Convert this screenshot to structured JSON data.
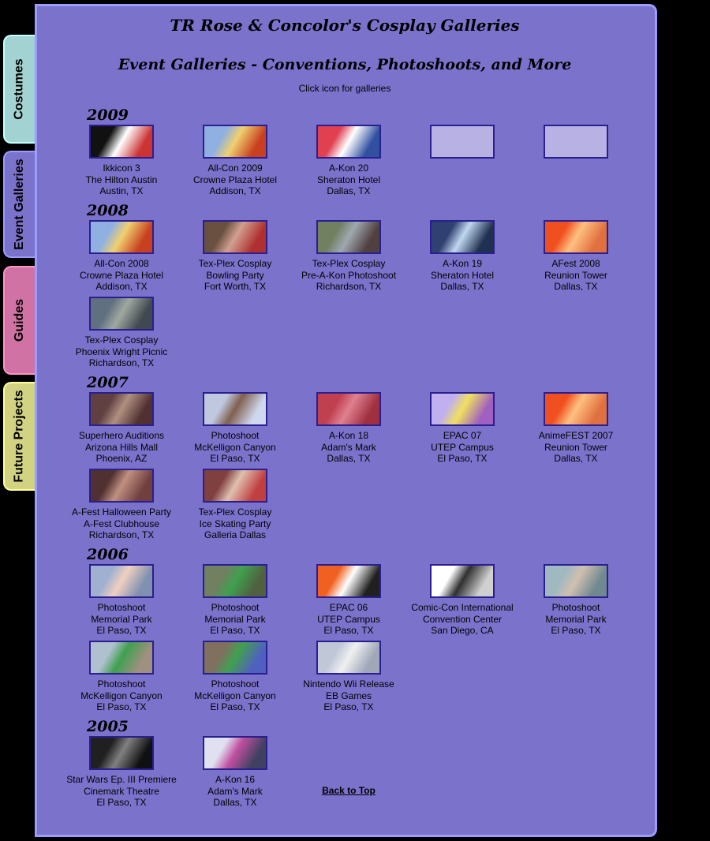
{
  "site_title": "TR Rose & Concolor's Cosplay Galleries",
  "page_title": "Event Galleries - Conventions, Photoshoots, and More",
  "hint": "Click icon for galleries",
  "back_to_top": "Back to Top",
  "colors": {
    "panel": "#7b72cc",
    "panel_border": "#9c9cff",
    "costumes_tab": "#a3d2d2",
    "guides_tab": "#d072a4",
    "future_tab": "#d2d283",
    "thumb_border": "#2a1f8f"
  },
  "tabs": [
    {
      "label": "Costumes",
      "color": "#a3d2d2",
      "border": "#c4ffff"
    },
    {
      "label": "Event Galleries",
      "color": "#7b72cc",
      "border": "#9c9cff",
      "active": true
    },
    {
      "label": "Guides",
      "color": "#d072a4",
      "border": "#ff94c8"
    },
    {
      "label": "Future Projects",
      "color": "#d2d283",
      "border": "#ffff9a"
    }
  ],
  "sections": [
    {
      "year": "2009",
      "items": [
        {
          "lines": [
            "Ikkicon 3",
            "The Hilton Austin",
            "Austin, TX"
          ],
          "thumb": [
            "#111",
            "#fff",
            "#c33"
          ]
        },
        {
          "lines": [
            "All-Con 2009",
            "Crowne Plaza Hotel",
            "Addison, TX"
          ],
          "thumb": [
            "#8fb0e0",
            "#f0d070",
            "#c84020"
          ]
        },
        {
          "lines": [
            "A-Kon 20",
            "Sheraton Hotel",
            "Dallas, TX"
          ],
          "thumb": [
            "#e04050",
            "#fff",
            "#3050a0"
          ]
        },
        {
          "lines": [],
          "empty": true
        },
        {
          "lines": [],
          "empty": true
        }
      ]
    },
    {
      "year": "2008",
      "items": [
        {
          "lines": [
            "All-Con 2008",
            "Crowne Plaza Hotel",
            "Addison, TX"
          ],
          "thumb": [
            "#8fb0e0",
            "#f0d070",
            "#c84020"
          ]
        },
        {
          "lines": [
            "Tex-Plex Cosplay",
            "Bowling Party",
            "Fort Worth, TX"
          ],
          "thumb": [
            "#6a5040",
            "#d0a090",
            "#b03030"
          ]
        },
        {
          "lines": [
            "Tex-Plex Cosplay",
            "Pre-A-Kon Photoshoot",
            "Richardson, TX"
          ],
          "thumb": [
            "#708060",
            "#a0a8b0",
            "#504040"
          ]
        },
        {
          "lines": [
            "A-Kon 19",
            "Sheraton Hotel",
            "Dallas, TX"
          ],
          "thumb": [
            "#304070",
            "#c0d8f0",
            "#203050"
          ]
        },
        {
          "lines": [
            "AFest 2008",
            "Reunion Tower",
            "Dallas, TX"
          ],
          "thumb": [
            "#f05020",
            "#ffc080",
            "#e07040"
          ]
        },
        {
          "lines": [
            "Tex-Plex Cosplay",
            "Phoenix Wright Picnic",
            "Richardson, TX"
          ],
          "thumb": [
            "#607080",
            "#a0a8a0",
            "#404850"
          ]
        }
      ]
    },
    {
      "year": "2007",
      "items": [
        {
          "lines": [
            "Superhero Auditions",
            "Arizona Hills Mall",
            "Phoenix, AZ"
          ],
          "thumb": [
            "#604040",
            "#b09080",
            "#503030"
          ]
        },
        {
          "lines": [
            "Photoshoot",
            "McKelligon Canyon",
            "El Paso, TX"
          ],
          "thumb": [
            "#c0c8e0",
            "#806050",
            "#d0d8f0"
          ]
        },
        {
          "lines": [
            "A-Kon 18",
            "Adam's Mark",
            "Dallas, TX"
          ],
          "thumb": [
            "#c04050",
            "#e08090",
            "#a03040"
          ]
        },
        {
          "lines": [
            "EPAC 07",
            "UTEP Campus",
            "El Paso, TX"
          ],
          "thumb": [
            "#c0b0f0",
            "#f0e060",
            "#a060c0"
          ]
        },
        {
          "lines": [
            "AnimeFEST 2007",
            "Reunion Tower",
            "Dallas, TX"
          ],
          "thumb": [
            "#f05020",
            "#ffc080",
            "#e07040"
          ]
        },
        {
          "lines": [
            "A-Fest Halloween Party",
            "A-Fest Clubhouse",
            "Richardson, TX"
          ],
          "thumb": [
            "#503030",
            "#c09080",
            "#704040"
          ]
        },
        {
          "lines": [
            "Tex-Plex Cosplay",
            "Ice Skating Party",
            "Galleria Dallas"
          ],
          "thumb": [
            "#804040",
            "#e0c0b0",
            "#c04040"
          ]
        }
      ]
    },
    {
      "year": "2006",
      "items": [
        {
          "lines": [
            "Photoshoot",
            "Memorial Park",
            "El Paso, TX"
          ],
          "thumb": [
            "#a0b0d0",
            "#f0d0c0",
            "#8090b0"
          ]
        },
        {
          "lines": [
            "Photoshoot",
            "Memorial Park",
            "El Paso, TX"
          ],
          "thumb": [
            "#708060",
            "#40a050",
            "#506040"
          ]
        },
        {
          "lines": [
            "EPAC 06",
            "UTEP Campus",
            "El Paso, TX"
          ],
          "thumb": [
            "#f06020",
            "#fff",
            "#202020"
          ]
        },
        {
          "lines": [
            "Comic-Con International",
            "Convention Center",
            "San Diego, CA"
          ],
          "thumb": [
            "#fff",
            "#303030",
            "#d0d0d0"
          ]
        },
        {
          "lines": [
            "Photoshoot",
            "Memorial Park",
            "El Paso, TX"
          ],
          "thumb": [
            "#a0b8c0",
            "#d0c0b0",
            "#708890"
          ]
        },
        {
          "lines": [
            "Photoshoot",
            "McKelligon Canyon",
            "El Paso, TX"
          ],
          "thumb": [
            "#b0c0d0",
            "#40a050",
            "#a09080"
          ]
        },
        {
          "lines": [
            "Photoshoot",
            "McKelligon Canyon",
            "El Paso, TX"
          ],
          "thumb": [
            "#807060",
            "#40a050",
            "#5060c0"
          ]
        },
        {
          "lines": [
            "Nintendo Wii Release",
            "EB Games",
            "El Paso, TX"
          ],
          "thumb": [
            "#c0c8d8",
            "#f0f0f0",
            "#a0a8b8"
          ]
        }
      ]
    },
    {
      "year": "2005",
      "items": [
        {
          "lines": [
            "Star Wars Ep. III Premiere",
            "Cinemark Theatre",
            "El Paso, TX"
          ],
          "thumb": [
            "#202020",
            "#808080",
            "#101010"
          ]
        },
        {
          "lines": [
            "A-Kon 16",
            "Adam's Mark",
            "Dallas, TX"
          ],
          "thumb": [
            "#e0e0f0",
            "#c050a0",
            "#404060"
          ]
        }
      ],
      "back_to_top": true
    }
  ]
}
